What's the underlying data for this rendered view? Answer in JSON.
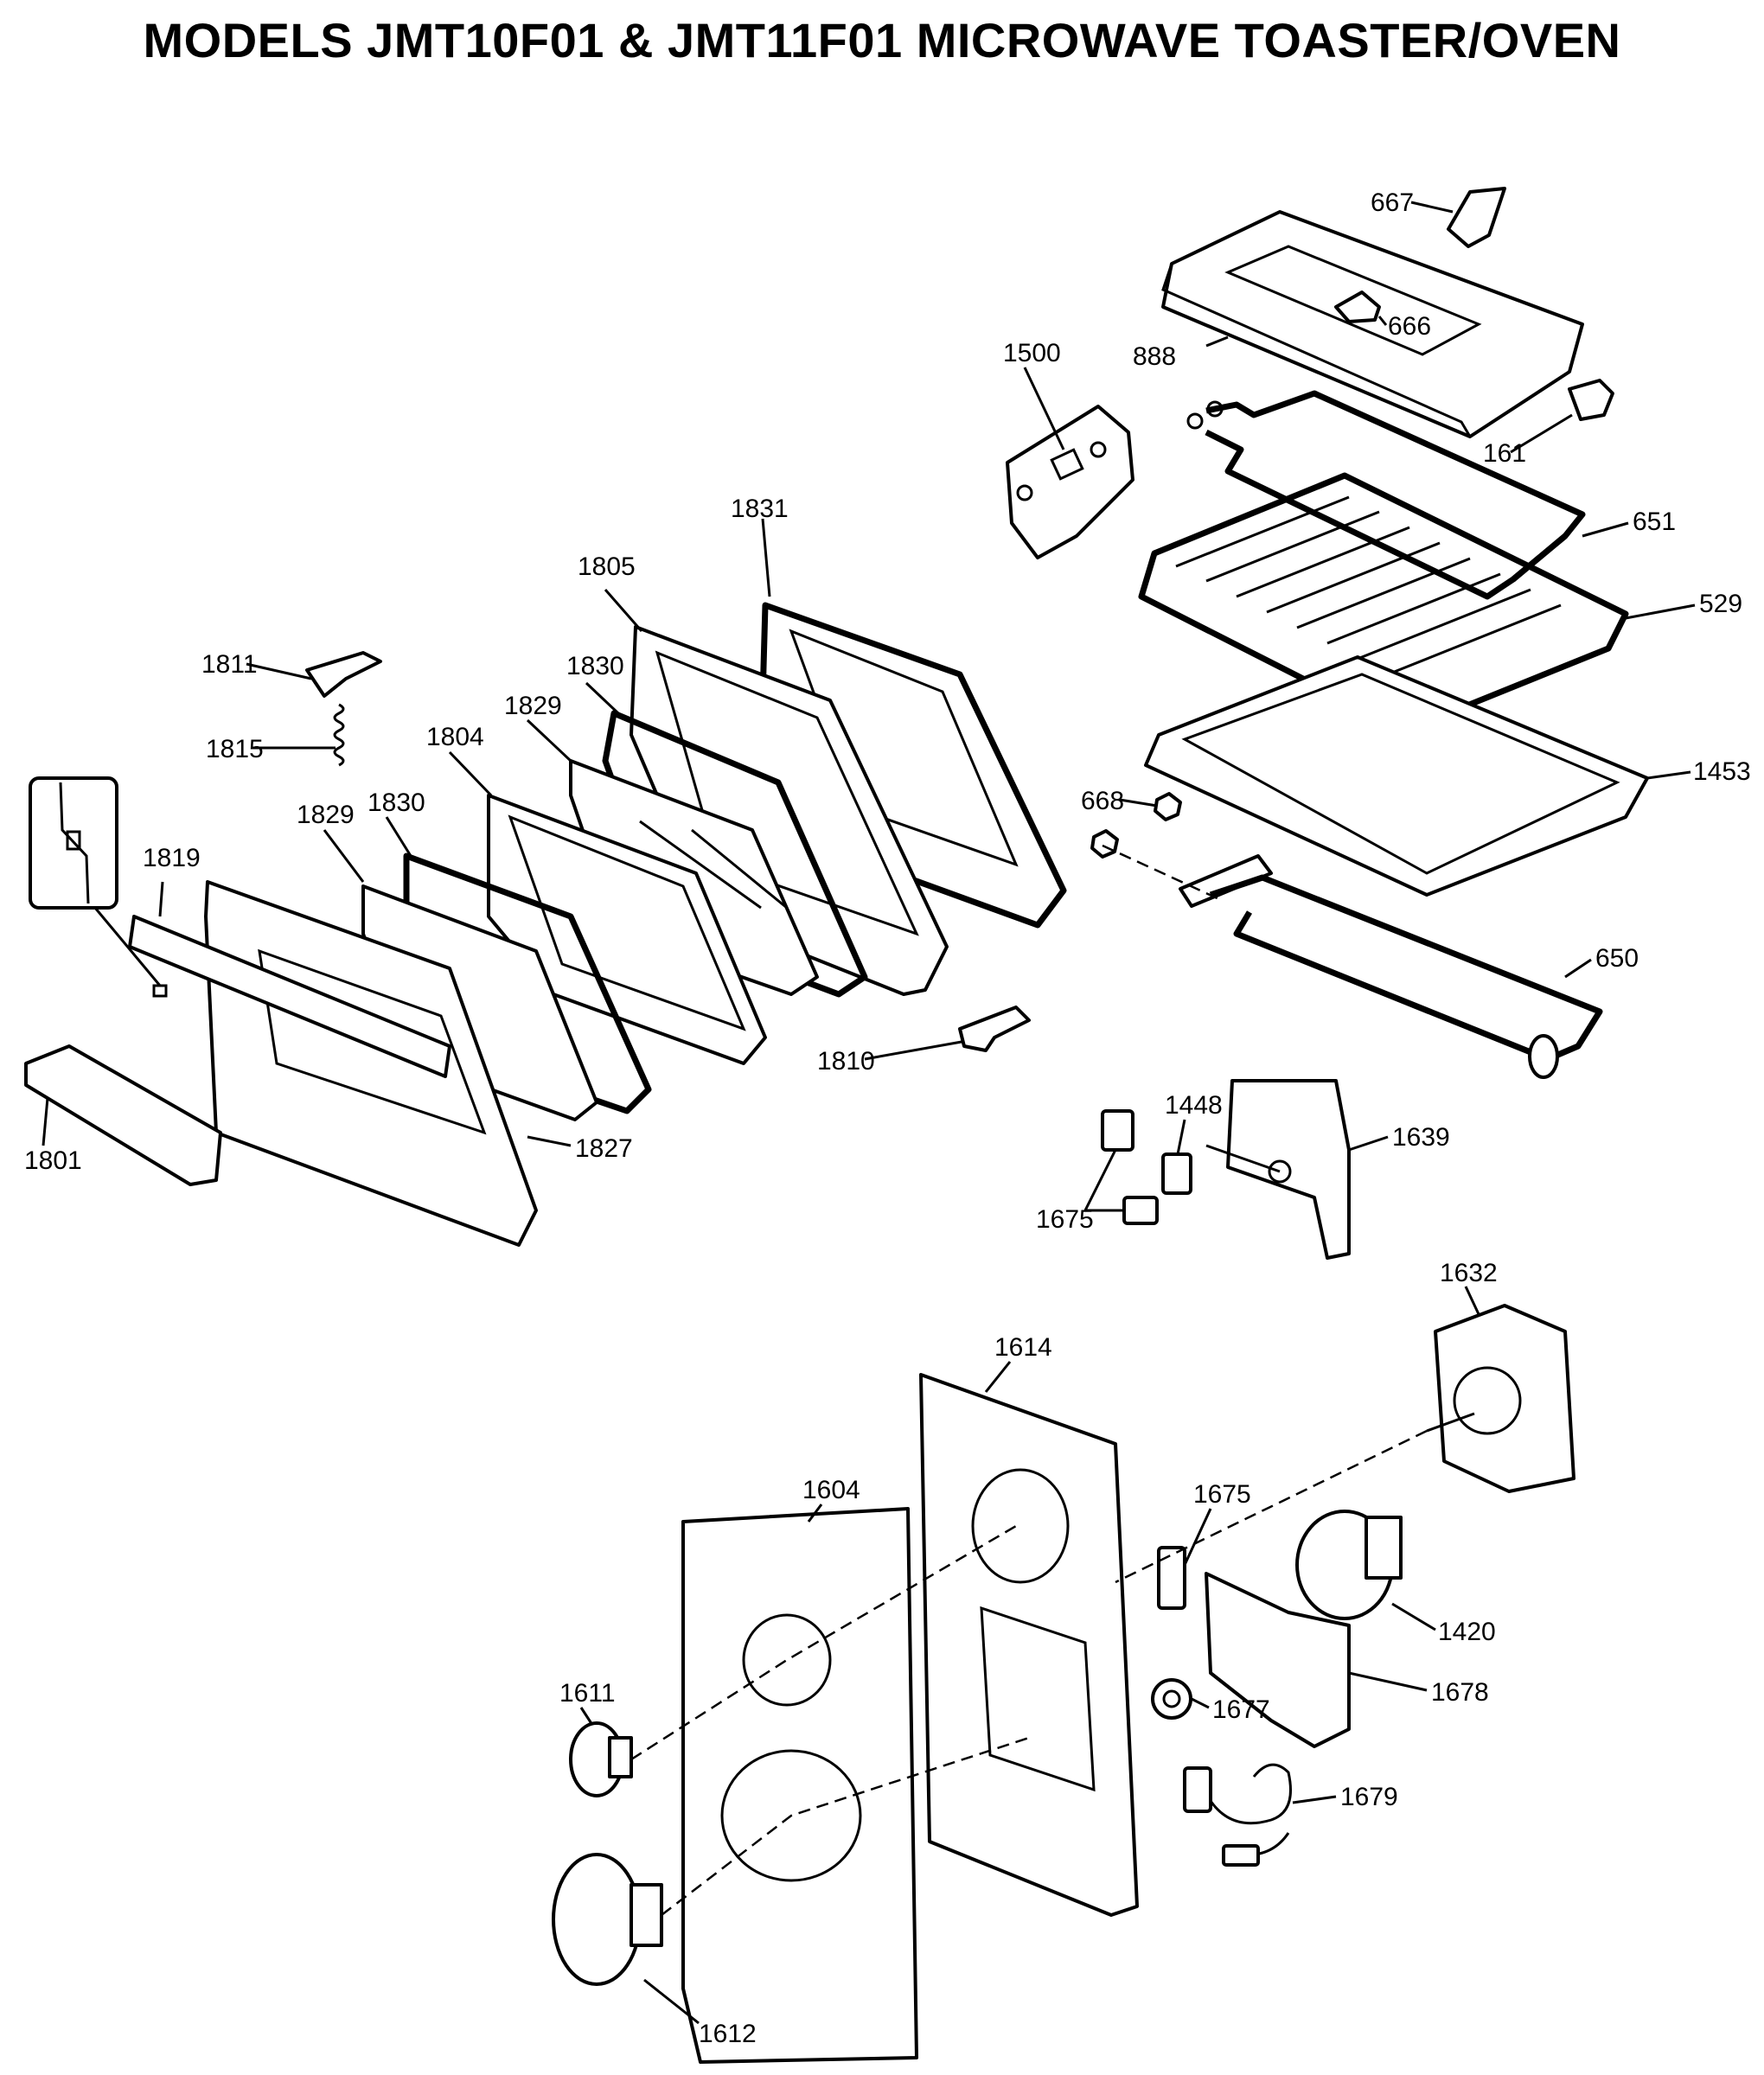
{
  "title": "MODELS JMT10F01 & JMT11F01 MICROWAVE TOASTER/OVEN",
  "callouts": [
    {
      "id": "667",
      "text": "667"
    },
    {
      "id": "666",
      "text": "666"
    },
    {
      "id": "888",
      "text": "888"
    },
    {
      "id": "1500",
      "text": "1500"
    },
    {
      "id": "161",
      "text": "161"
    },
    {
      "id": "651",
      "text": "651"
    },
    {
      "id": "529",
      "text": "529"
    },
    {
      "id": "1831",
      "text": "1831"
    },
    {
      "id": "1805",
      "text": "1805"
    },
    {
      "id": "1830a",
      "text": "1830"
    },
    {
      "id": "1811",
      "text": "1811"
    },
    {
      "id": "1829a",
      "text": "1829"
    },
    {
      "id": "1815",
      "text": "1815"
    },
    {
      "id": "1804",
      "text": "1804"
    },
    {
      "id": "1453",
      "text": "1453"
    },
    {
      "id": "668",
      "text": "668"
    },
    {
      "id": "1829b",
      "text": "1829"
    },
    {
      "id": "1830b",
      "text": "1830"
    },
    {
      "id": "1819",
      "text": "1819"
    },
    {
      "id": "650",
      "text": "650"
    },
    {
      "id": "1810",
      "text": "1810"
    },
    {
      "id": "1827",
      "text": "1827"
    },
    {
      "id": "1448",
      "text": "1448"
    },
    {
      "id": "1639",
      "text": "1639"
    },
    {
      "id": "1801",
      "text": "1801"
    },
    {
      "id": "1675a",
      "text": "1675"
    },
    {
      "id": "1632",
      "text": "1632"
    },
    {
      "id": "1614",
      "text": "1614"
    },
    {
      "id": "1604",
      "text": "1604"
    },
    {
      "id": "1675b",
      "text": "1675"
    },
    {
      "id": "1420",
      "text": "1420"
    },
    {
      "id": "1611",
      "text": "1611"
    },
    {
      "id": "1677",
      "text": "1677"
    },
    {
      "id": "1678",
      "text": "1678"
    },
    {
      "id": "1679",
      "text": "1679"
    },
    {
      "id": "1612",
      "text": "1612"
    }
  ]
}
